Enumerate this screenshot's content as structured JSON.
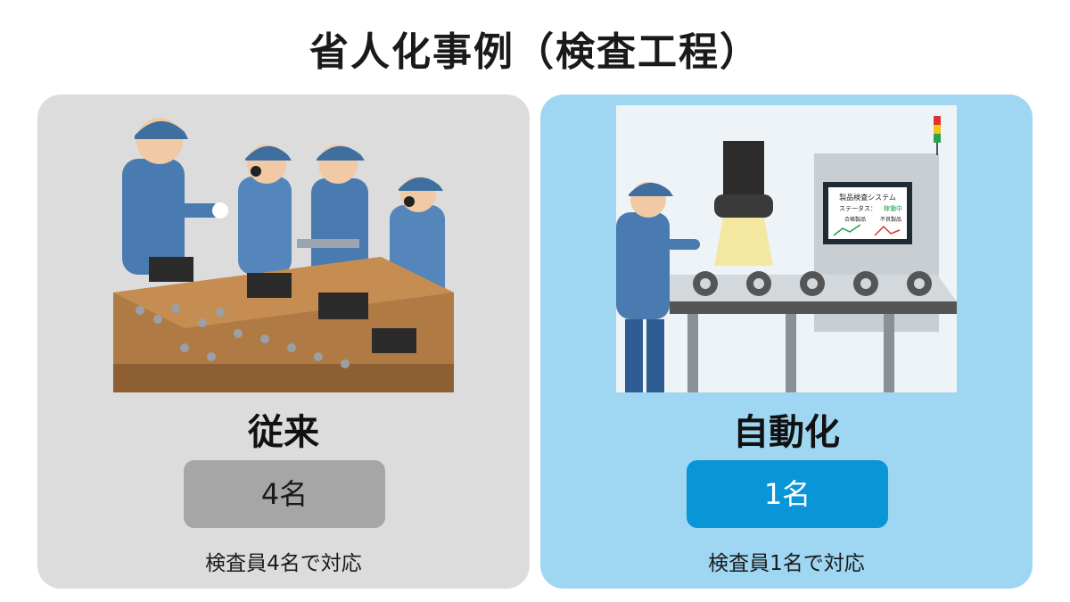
{
  "title": "省人化事例（検査工程）",
  "conventional": {
    "label": "従来",
    "count": "4名",
    "description": "検査員4名で対応",
    "box_color": "#a6a6a6",
    "panel_color": "#dcdcdc"
  },
  "automated": {
    "label": "自動化",
    "count": "1名",
    "description": "検査員1名で対応",
    "box_color": "#0a95d6",
    "panel_color": "#9fd6f2",
    "screen": {
      "title": "製品検査システム",
      "status_label": "ステータス：",
      "status_value": "稼働中",
      "chart1_label": "合格製品",
      "chart2_label": "不良製品"
    }
  },
  "icons": [
    "inspector-worker-icon",
    "gear-part-icon",
    "inspection-machine-icon",
    "conveyor-belt-icon",
    "signal-tower-icon"
  ]
}
